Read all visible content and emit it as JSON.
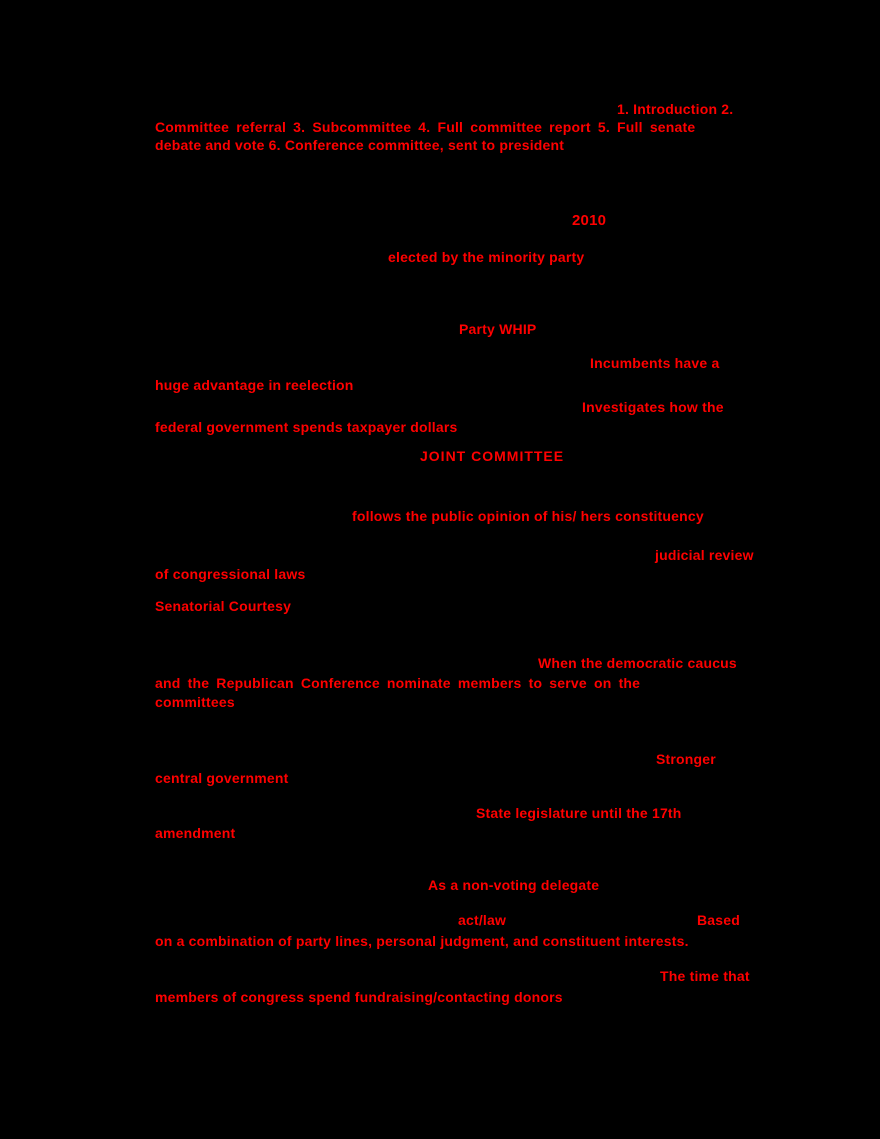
{
  "document": {
    "background_color": "#000000",
    "answer_text_color": "#ff0000"
  },
  "fragments": [
    {
      "text": "1. Introduction 2."
    },
    {
      "text": "Committee referral 3. Subcommittee 4. Full committee report 5. Full senate"
    },
    {
      "text": "debate and vote 6. Conference committee, sent to president"
    },
    {
      "text": "2010"
    },
    {
      "text": "elected by the minority party"
    },
    {
      "text": "Party WHIP"
    },
    {
      "text": "Incumbents have a"
    },
    {
      "text": "huge advantage in reelection"
    },
    {
      "text": "Investigates how the"
    },
    {
      "text": "federal government spends taxpayer dollars"
    },
    {
      "text": "JOINT COMMITTEE"
    },
    {
      "text": "follows the public opinion of his/ hers constituency"
    },
    {
      "text": "judicial review"
    },
    {
      "text": "of congressional laws"
    },
    {
      "text": "Senatorial Courtesy"
    },
    {
      "text": "When the democratic caucus"
    },
    {
      "text": "and the Republican Conference nominate members to serve on the"
    },
    {
      "text": "committees"
    },
    {
      "text": "Stronger"
    },
    {
      "text": "central government"
    },
    {
      "text": "State legislature until the 17th"
    },
    {
      "text": "amendment"
    },
    {
      "text": "As a non-voting delegate"
    },
    {
      "text": "act/law"
    },
    {
      "text": "Based"
    },
    {
      "text": "on a combination of party lines, personal judgment, and constituent interests."
    },
    {
      "text": "The time that"
    },
    {
      "text": "members of congress spend fundraising/contacting donors"
    }
  ]
}
